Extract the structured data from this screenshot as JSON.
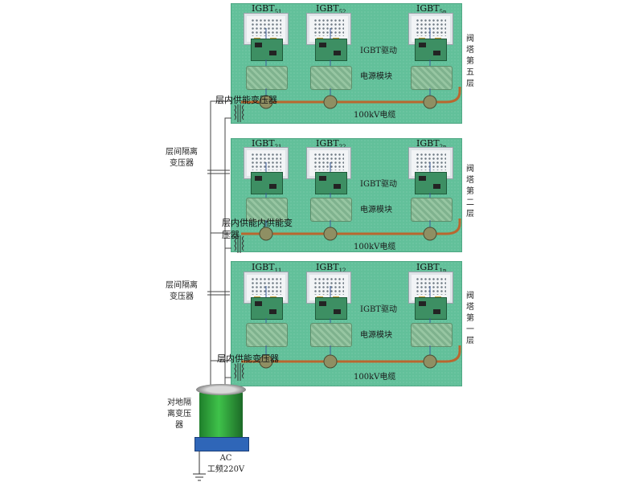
{
  "layers": [
    {
      "key": "layer5",
      "igbt_labels": [
        {
          "main": "IGBT",
          "sub": "51"
        },
        {
          "main": "IGBT",
          "sub": "52"
        },
        {
          "main": "IGBT",
          "sub": "5n"
        }
      ],
      "side_label": [
        "阀",
        "塔",
        "第",
        "五",
        "层"
      ],
      "driver_label": "IGBT驱动",
      "power_label": "电源模块",
      "cable_label": "100kV电缆",
      "transformer_label": "层内供能变压器"
    },
    {
      "key": "layer2",
      "igbt_labels": [
        {
          "main": "IGBT",
          "sub": "21"
        },
        {
          "main": "IGBT",
          "sub": "22"
        },
        {
          "main": "IGBT",
          "sub": "2n"
        }
      ],
      "side_label": [
        "阀",
        "塔",
        "第",
        "二",
        "层"
      ],
      "driver_label": "IGBT驱动",
      "power_label": "电源模块",
      "cable_label": "100kV电缆",
      "transformer_label": "层内供能内供能变压器"
    },
    {
      "key": "layer1",
      "igbt_labels": [
        {
          "main": "IGBT",
          "sub": "11"
        },
        {
          "main": "IGBT",
          "sub": "12"
        },
        {
          "main": "IGBT",
          "sub": "1n"
        }
      ],
      "side_label": [
        "阀",
        "塔",
        "第",
        "一",
        "层"
      ],
      "driver_label": "IGBT驱动",
      "power_label": "电源模块",
      "cable_label": "100kV电缆",
      "transformer_label": "层内供能变压器"
    }
  ],
  "interlayer_transformer": [
    "层间隔离",
    "变压器"
  ],
  "ground_transformer": [
    "对地隔",
    "离变压",
    "器"
  ],
  "source": {
    "line1": "AC",
    "line2": "工频220V"
  },
  "colors": {
    "panel": "#62c09a",
    "cable": "#b9672f",
    "transformer_body": "#2fa83c",
    "base": "#2f66b8"
  }
}
